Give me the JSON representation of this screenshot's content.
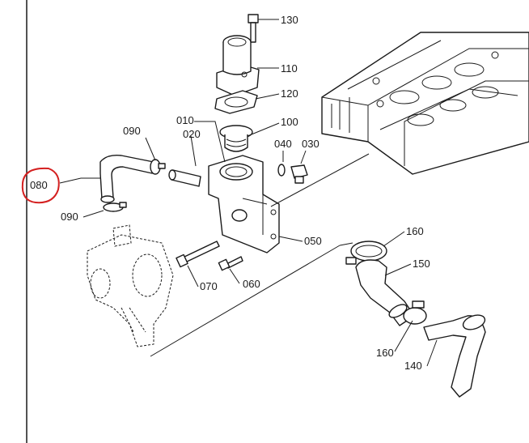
{
  "callouts": [
    {
      "id": "130",
      "text": "130"
    },
    {
      "id": "110",
      "text": "110"
    },
    {
      "id": "120",
      "text": "120"
    },
    {
      "id": "100",
      "text": "100"
    },
    {
      "id": "010",
      "text": "010"
    },
    {
      "id": "020",
      "text": "020"
    },
    {
      "id": "090a",
      "text": "090"
    },
    {
      "id": "040",
      "text": "040"
    },
    {
      "id": "030",
      "text": "030"
    },
    {
      "id": "080",
      "text": "080"
    },
    {
      "id": "090b",
      "text": "090"
    },
    {
      "id": "050",
      "text": "050"
    },
    {
      "id": "070",
      "text": "070"
    },
    {
      "id": "060",
      "text": "060"
    },
    {
      "id": "160a",
      "text": "160"
    },
    {
      "id": "150",
      "text": "150"
    },
    {
      "id": "160b",
      "text": "160"
    },
    {
      "id": "140",
      "text": "140"
    }
  ],
  "highlight": {
    "target": "080",
    "color": "#d42020"
  },
  "colors": {
    "ink": "#1a1a1a",
    "paper": "#ffffff"
  }
}
